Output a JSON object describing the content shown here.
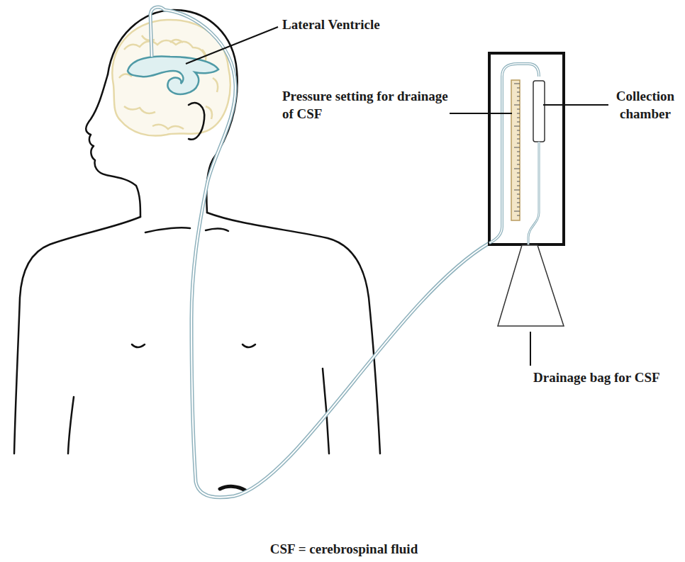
{
  "diagram": {
    "labels": [
      "Lateral Ventricle",
      "Pressure setting for drainage of CSF",
      "Collection chamber",
      "Drainage bag for CSF",
      "CSF = cerebrospinal fluid"
    ]
  }
}
